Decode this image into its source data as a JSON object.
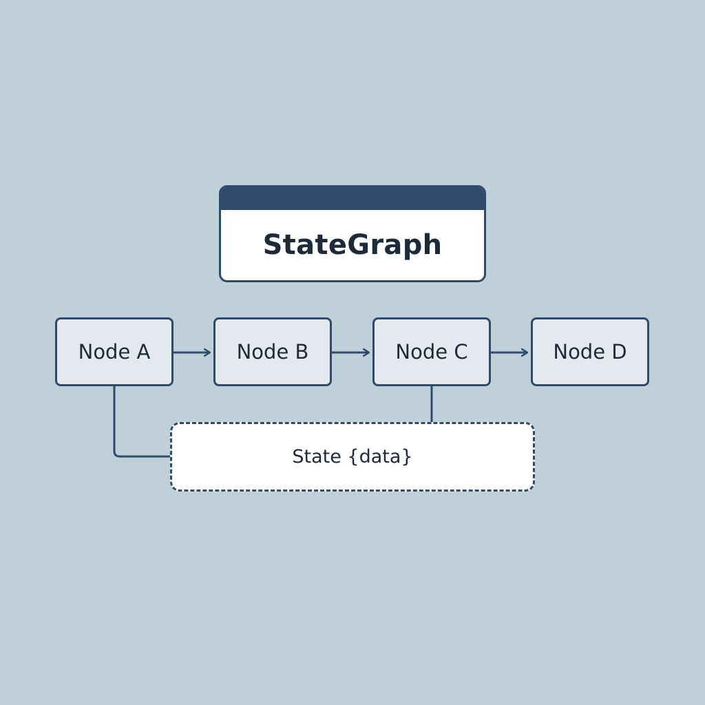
{
  "diagram": {
    "title": "StateGraph",
    "nodes": [
      {
        "id": "a",
        "label": "Node A"
      },
      {
        "id": "b",
        "label": "Node B"
      },
      {
        "id": "c",
        "label": "Node C"
      },
      {
        "id": "d",
        "label": "Node D"
      }
    ],
    "edges": [
      {
        "from": "a",
        "to": "b"
      },
      {
        "from": "b",
        "to": "c"
      },
      {
        "from": "c",
        "to": "d"
      }
    ],
    "state": {
      "label": "State {data}"
    }
  },
  "colors": {
    "background": "#bfd0d9",
    "accent": "#2f4b6c",
    "node_fill": "#e4e9ef",
    "text": "#1c2a3a"
  }
}
